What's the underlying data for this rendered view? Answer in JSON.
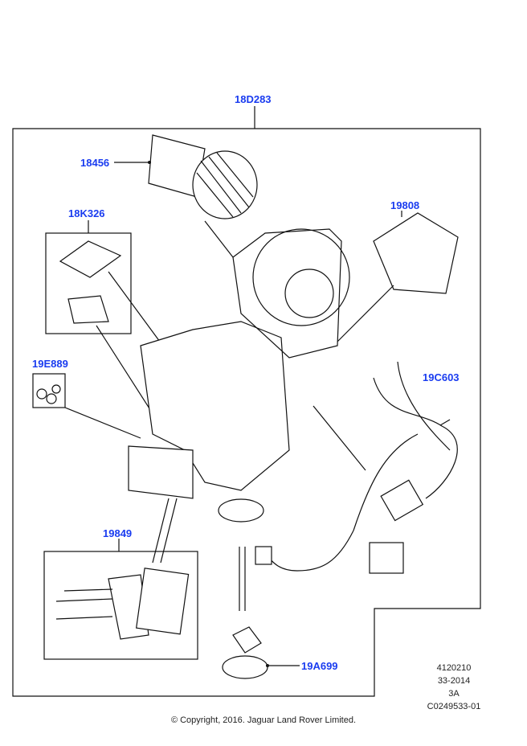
{
  "callouts": {
    "assembly": "18D283",
    "blower_motor": "18456",
    "filter_kit": "18K326",
    "seal_kit": "19E889",
    "resistor": "19808",
    "harness": "19C603",
    "actuator": "19849",
    "grommet": "19A699"
  },
  "info": {
    "line1": "4120210",
    "line2": "33-2014",
    "line3": "3A",
    "line4": "C0249533-01"
  },
  "copyright": "© Copyright, 2016. Jaguar Land Rover Limited.",
  "colors": {
    "callout": "#1a3cf0",
    "line": "#111111"
  }
}
